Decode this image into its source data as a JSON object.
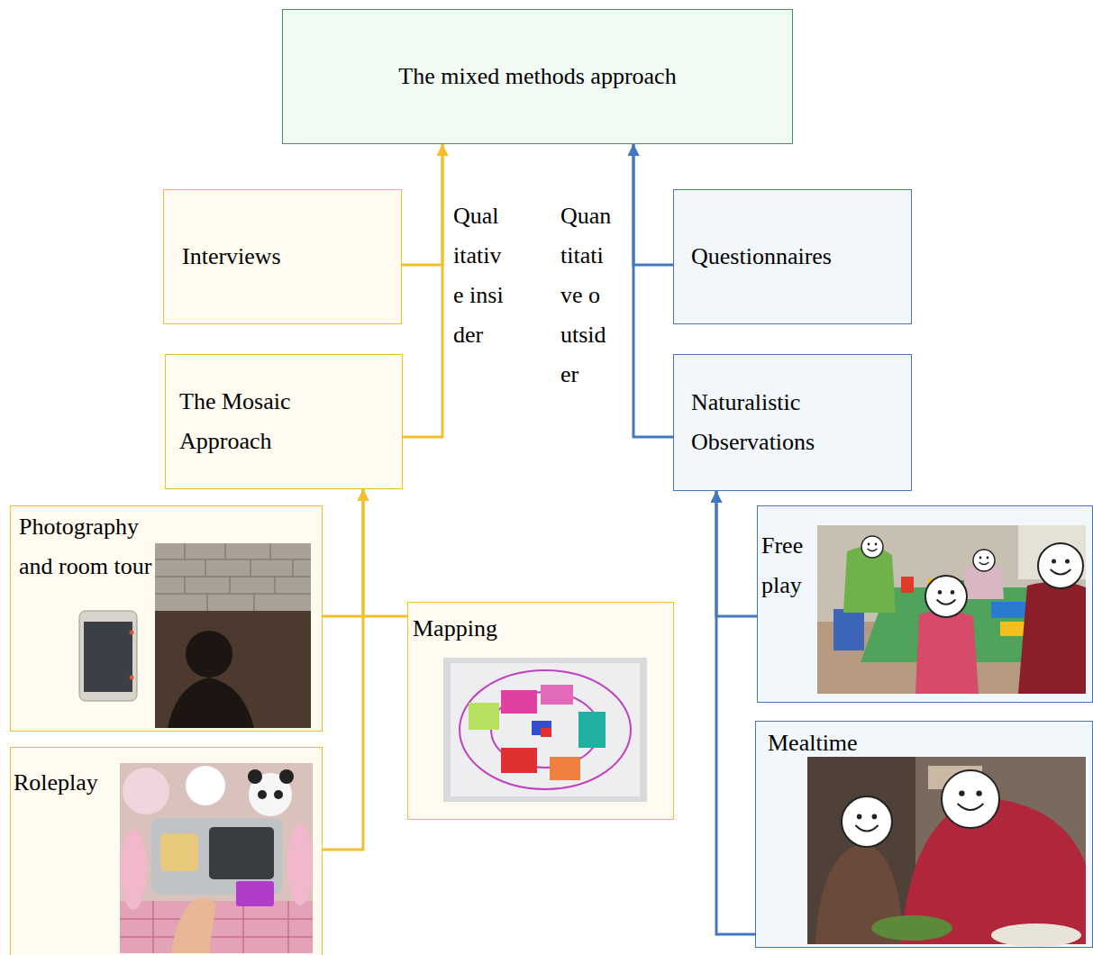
{
  "diagram": {
    "nodes": [
      {
        "text": [
          "The mixed methods approach"
        ]
      },
      {
        "text": [
          "Interviews"
        ]
      },
      {
        "text": [
          "Questionnaires"
        ]
      },
      {
        "text": [
          "The Mosaic Approach"
        ]
      },
      {
        "text": [
          "Naturalistic Observations"
        ]
      },
      {
        "text": [
          "Photography and room tour"
        ]
      },
      {
        "text": [
          "Mapping"
        ]
      },
      {
        "text": [
          "Free play"
        ]
      },
      {
        "text": [
          "Roleplay"
        ]
      },
      {
        "text": [
          "Mealtime"
        ]
      }
    ],
    "edges": [
      {
        "from": 1,
        "to": 0,
        "arrow": "to"
      },
      {
        "from": 3,
        "to": 0,
        "arrow": "to"
      },
      {
        "from": 2,
        "to": 0,
        "arrow": "to"
      },
      {
        "from": 4,
        "to": 0,
        "arrow": "to"
      },
      {
        "from": 5,
        "to": 3,
        "arrow": "to"
      },
      {
        "from": 6,
        "to": 3,
        "arrow": "to"
      },
      {
        "from": 8,
        "to": 3,
        "arrow": "to"
      },
      {
        "from": 7,
        "to": 4,
        "arrow": "to"
      },
      {
        "from": 9,
        "to": 4,
        "arrow": "to"
      }
    ],
    "labels": [
      "Qualitative insider",
      "Quantitative outsider"
    ]
  }
}
